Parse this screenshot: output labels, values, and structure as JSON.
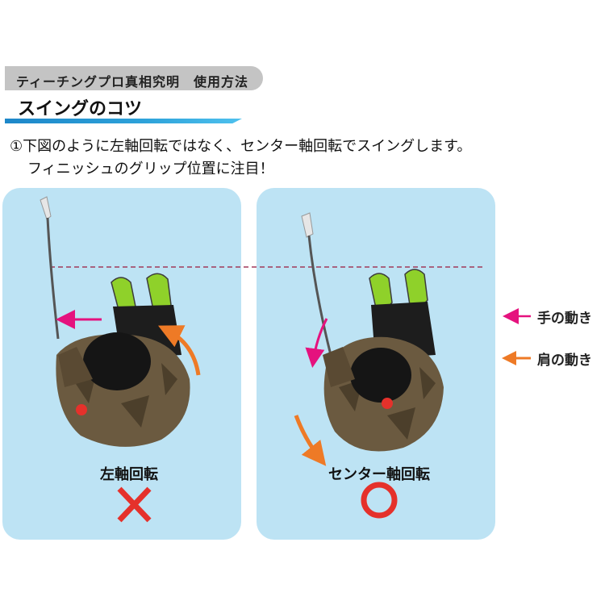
{
  "header": {
    "label": "ティーチングプロ真相究明　使用方法"
  },
  "section": {
    "title": "スイングのコツ"
  },
  "instruction": {
    "line1": "①下図のように左軸回転ではなく、センター軸回転でスイングします。",
    "line2": "フィニッシュのグリップ位置に注目！"
  },
  "panels": {
    "left": {
      "label": "左軸回転",
      "mark": "×"
    },
    "right": {
      "label": "センター軸回転",
      "mark": "○"
    }
  },
  "legend": {
    "hand": "手の動き",
    "shoulder": "肩の動き"
  },
  "colors": {
    "hand_arrow": "#e5127e",
    "shoulder_arrow": "#ee7a26",
    "panel_bg": "#bde3f4",
    "cross": "#e5312b",
    "circle": "#e5312b"
  }
}
